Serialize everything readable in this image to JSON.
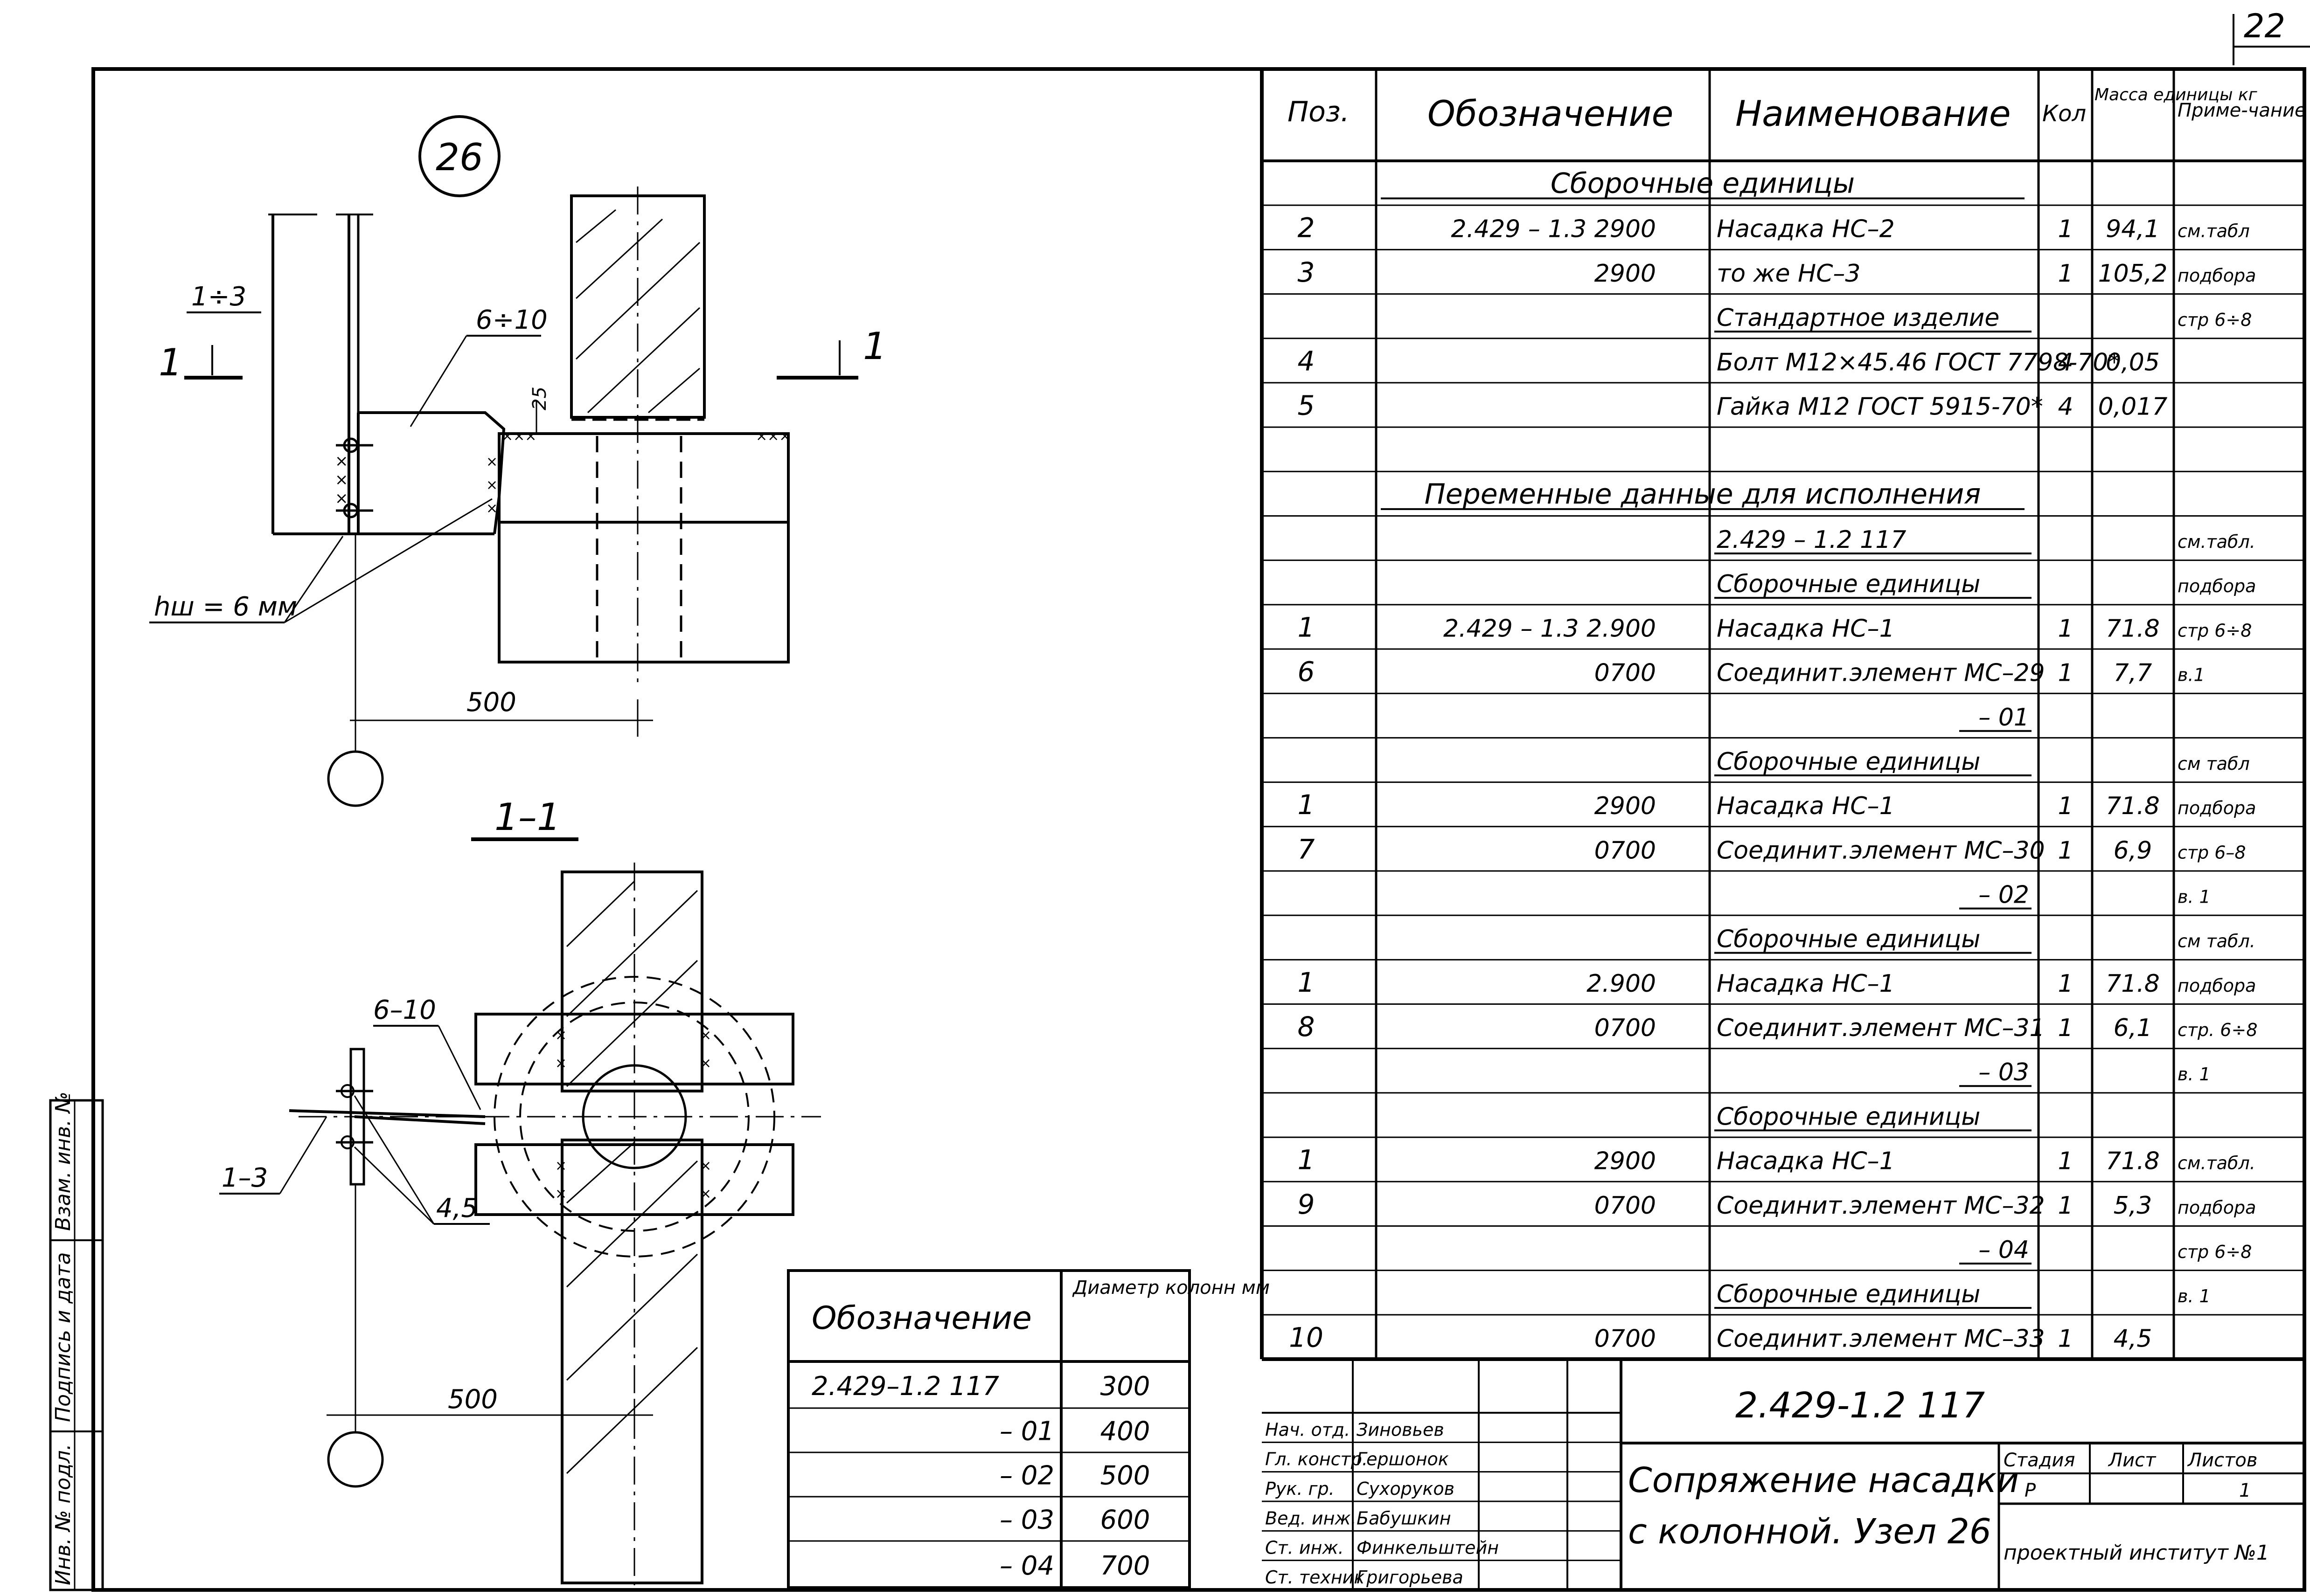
{
  "sheet_number": "22",
  "node_label": "26",
  "drawing": {
    "elevation": {
      "callout_pos": "1÷3",
      "callout_plate": "6÷10",
      "section_mark_left": "1",
      "section_mark_right": "1",
      "dim_25": "25",
      "weld_label": "hш = 6 мм",
      "dim_500": "500"
    },
    "section": {
      "title": "1–1",
      "callout_plate": "6–10",
      "callout_pos": "1–3",
      "callout_bolt": "4,5",
      "dim_500": "500"
    }
  },
  "spec": {
    "headers": {
      "pos": "Поз.",
      "designation": "Обозначение",
      "name": "Наименование",
      "qty": "Кол",
      "mass": "Масса единицы кг",
      "note": "Приме-чание"
    },
    "rows": [
      {
        "pos": "",
        "des": "",
        "name": "",
        "qty": "",
        "mass": "",
        "note": "",
        "section": "",
        "section_span": "Сборочные   единицы",
        "ul": true
      },
      {
        "pos": "2",
        "des": "2.429 – 1.3     2900",
        "name": "Насадка        НС–2",
        "qty": "1",
        "mass": "94,1",
        "note": "см.табл"
      },
      {
        "pos": "3",
        "des": "2900",
        "name": "то же         НС–3",
        "qty": "1",
        "mass": "105,2",
        "note": "подбора"
      },
      {
        "pos": "",
        "des": "",
        "name": "Стандартное изделие",
        "qty": "",
        "mass": "",
        "note": "стр 6÷8",
        "name_ul": true
      },
      {
        "pos": "4",
        "des": "",
        "name": "Болт М12×45.46 ГОСТ 7798-70*",
        "qty": "4",
        "mass": "0,05",
        "note": ""
      },
      {
        "pos": "5",
        "des": "",
        "name": "Гайка М12 ГОСТ 5915-70*",
        "qty": "4",
        "mass": "0,017",
        "note": ""
      },
      {
        "pos": "",
        "des": "",
        "name": "",
        "qty": "",
        "mass": "",
        "note": ""
      },
      {
        "pos": "",
        "des": "",
        "name": "",
        "qty": "",
        "mass": "",
        "note": "",
        "section_span": "Переменные  данные  для  исполнения",
        "ul": true
      },
      {
        "pos": "",
        "des": "",
        "name": "2.429 – 1.2     117",
        "qty": "",
        "mass": "",
        "note": "см.табл.",
        "name_ul": true
      },
      {
        "pos": "",
        "des": "",
        "name": "Сборочные единицы",
        "qty": "",
        "mass": "",
        "note": "подбора",
        "name_ul": true
      },
      {
        "pos": "1",
        "des": "2.429 – 1.3    2.900",
        "name": "Насадка        НС–1",
        "qty": "1",
        "mass": "71.8",
        "note": "стр 6÷8"
      },
      {
        "pos": "6",
        "des": "0700",
        "name": "Соединит.элемент МС–29",
        "qty": "1",
        "mass": "7,7",
        "note": "в.1"
      },
      {
        "pos": "",
        "des": "",
        "name": "– 01",
        "qty": "",
        "mass": "",
        "note": "",
        "name_right": true,
        "name_ul": true
      },
      {
        "pos": "",
        "des": "",
        "name": "Сборочные единицы",
        "qty": "",
        "mass": "",
        "note": "см табл",
        "name_ul": true
      },
      {
        "pos": "1",
        "des": "2900",
        "name": "Насадка        НС–1",
        "qty": "1",
        "mass": "71.8",
        "note": "подбора"
      },
      {
        "pos": "7",
        "des": "0700",
        "name": "Соединит.элемент МС–30",
        "qty": "1",
        "mass": "6,9",
        "note": "стр 6–8"
      },
      {
        "pos": "",
        "des": "",
        "name": "– 02",
        "qty": "",
        "mass": "",
        "note": "в. 1",
        "name_right": true,
        "name_ul": true
      },
      {
        "pos": "",
        "des": "",
        "name": "Сборочные единицы",
        "qty": "",
        "mass": "",
        "note": "см табл.",
        "name_ul": true
      },
      {
        "pos": "1",
        "des": "2.900",
        "name": "Насадка        НС–1",
        "qty": "1",
        "mass": "71.8",
        "note": "подбора"
      },
      {
        "pos": "8",
        "des": "0700",
        "name": "Соединит.элемент МС–31",
        "qty": "1",
        "mass": "6,1",
        "note": "стр. 6÷8"
      },
      {
        "pos": "",
        "des": "",
        "name": "– 03",
        "qty": "",
        "mass": "",
        "note": "в. 1",
        "name_right": true,
        "name_ul": true
      },
      {
        "pos": "",
        "des": "",
        "name": "Сборочные единицы",
        "qty": "",
        "mass": "",
        "note": "",
        "name_ul": true
      },
      {
        "pos": "1",
        "des": "2900",
        "name": "Насадка        НС–1",
        "qty": "1",
        "mass": "71.8",
        "note": "см.табл."
      },
      {
        "pos": "9",
        "des": "0700",
        "name": "Соединит.элемент МС–32",
        "qty": "1",
        "mass": "5,3",
        "note": "подбора"
      },
      {
        "pos": "",
        "des": "",
        "name": "– 04",
        "qty": "",
        "mass": "",
        "note": "стр 6÷8",
        "name_right": true,
        "name_ul": true
      },
      {
        "pos": "",
        "des": "",
        "name": "Сборочные единицы",
        "qty": "",
        "mass": "",
        "note": "в. 1",
        "name_ul": true
      },
      {
        "pos": "10",
        "des": "0700",
        "name": "Соединит.элемент МС–33",
        "qty": "1",
        "mass": "4,5",
        "note": ""
      }
    ]
  },
  "variants": {
    "header_des": "Обозначение",
    "header_diam": "Диаметр колонн мм",
    "rows": [
      {
        "des": "2.429–1.2   117",
        "diam": "300"
      },
      {
        "des": "– 01",
        "diam": "400"
      },
      {
        "des": "– 02",
        "diam": "500"
      },
      {
        "des": "– 03",
        "diam": "600"
      },
      {
        "des": "– 04",
        "diam": "700"
      }
    ]
  },
  "title_block": {
    "code": "2.429-1.2 117",
    "title_line1": "Сопряжение насадки",
    "title_line2": "с колонной. Узел 26",
    "stage_label": "Стадия",
    "sheet_label": "Лист",
    "sheets_label": "Листов",
    "stage": "Р",
    "sheets": "1",
    "org": "проектный институт №1",
    "signatures": [
      {
        "role": "Нач. отд.",
        "name": "Зиновьев"
      },
      {
        "role": "Гл. констр.",
        "name": "Гершонок"
      },
      {
        "role": "Рук. гр.",
        "name": "Сухоруков"
      },
      {
        "role": "Вед. инж.",
        "name": "Бабушкин"
      },
      {
        "role": "Ст. инж.",
        "name": "Финкельштейн"
      },
      {
        "role": "Ст. техник",
        "name": "Григорьева"
      }
    ]
  },
  "side_stamp": [
    "Взам. инв. №",
    "Подпись и дата",
    "Инв. № подл."
  ]
}
